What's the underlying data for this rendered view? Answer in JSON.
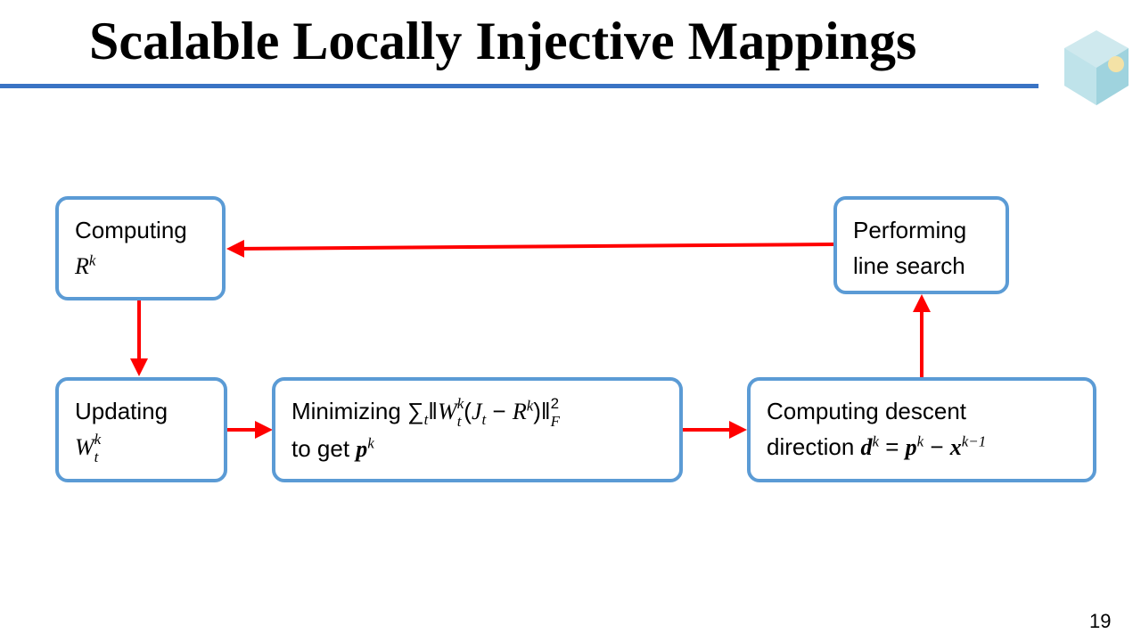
{
  "title": "Scalable Locally Injective Mappings",
  "page_number": "19",
  "colors": {
    "rule": "#3a73c4",
    "box_border": "#5b9bd5",
    "arrow": "#ff0000"
  },
  "boxes": {
    "compute_r": {
      "text": "Computing",
      "math": "R",
      "sup": "k"
    },
    "line_search": {
      "line1": "Performing",
      "line2": "line search"
    },
    "update_w": {
      "text": "Updating",
      "math": "W",
      "sub": "t",
      "sup": "k"
    },
    "minimize": {
      "text": "Minimizing",
      "sum": "∑",
      "sum_sub": "t",
      "norm_open": "‖",
      "w": "W",
      "w_sub": "t",
      "w_sup": "k",
      "paren_open": "(",
      "j": "J",
      "j_sub": "t",
      "minus": " − ",
      "r": "R",
      "r_sup": "k",
      "paren_close": ")",
      "norm_close": "‖",
      "norm_sup": "2",
      "norm_sub": "F",
      "line2": "to get",
      "p": "p",
      "p_sup": "k"
    },
    "descent": {
      "line1": "Computing descent",
      "line2": "direction",
      "d": "d",
      "d_sup": "k",
      "eq": " = ",
      "p": "p",
      "p_sup": "k",
      "minus": " − ",
      "x": "x",
      "x_sup": "k−1"
    }
  }
}
